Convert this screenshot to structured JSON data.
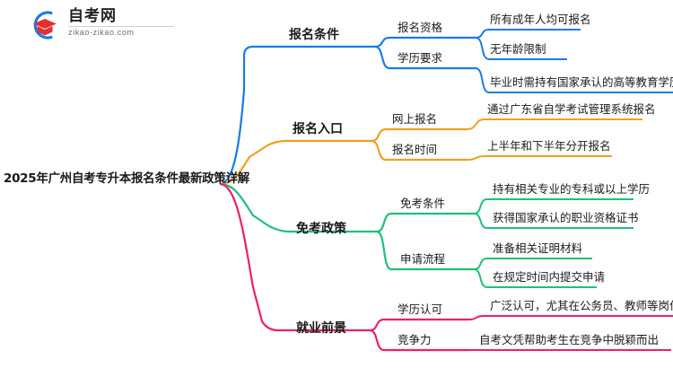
{
  "logo": {
    "title": "自考网",
    "domain": "zikao-zikao.com",
    "mark_icon": "graduation-cap-icon",
    "arc_color": "#1a7ae8",
    "cap_color": "#e03131"
  },
  "root": {
    "label": "2025年广州自考专升本报名条件最新政策详解"
  },
  "colors": {
    "blue": "#1a7ae8",
    "orange": "#f0a020",
    "green": "#1ec07a",
    "pink": "#ee1e6e"
  },
  "branches": [
    {
      "label": "报名条件",
      "color": "#1a7ae8",
      "children": [
        {
          "label": "报名资格",
          "leaves": [
            "所有成年人均可报名",
            "无年龄限制"
          ]
        },
        {
          "label": "学历要求",
          "leaves": [
            "毕业时需持有国家承认的高等教育学历"
          ]
        }
      ]
    },
    {
      "label": "报名入口",
      "color": "#f0a020",
      "children": [
        {
          "label": "网上报名",
          "leaves": [
            "通过广东省自学考试管理系统报名"
          ]
        },
        {
          "label": "报名时间",
          "leaves": [
            "上半年和下半年分开报名"
          ]
        }
      ]
    },
    {
      "label": "免考政策",
      "color": "#1ec07a",
      "children": [
        {
          "label": "免考条件",
          "leaves": [
            "持有相关专业的专科或以上学历",
            "获得国家承认的职业资格证书"
          ]
        },
        {
          "label": "申请流程",
          "leaves": [
            "准备相关证明材料",
            "在规定时间内提交申请"
          ]
        }
      ]
    },
    {
      "label": "就业前景",
      "color": "#ee1e6e",
      "children": [
        {
          "label": "学历认可",
          "leaves": [
            "广泛认可，尤其在公务员、教师等岗位"
          ]
        },
        {
          "label": "竞争力",
          "leaves": [
            "自考文凭帮助考生在竞争中脱颖而出"
          ]
        }
      ]
    }
  ]
}
